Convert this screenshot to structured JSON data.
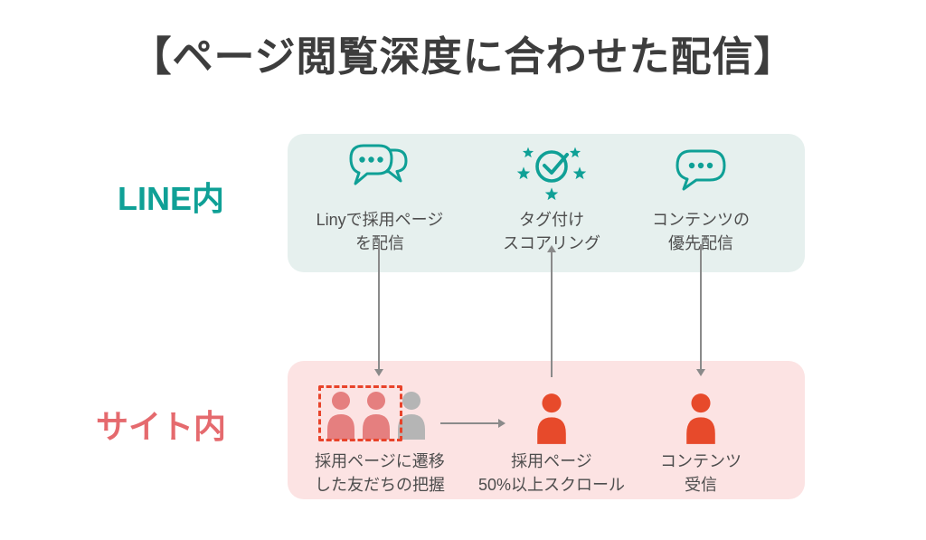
{
  "title": "【ページ閲覧深度に合わせた配信】",
  "colors": {
    "teal_accent": "#0fa096",
    "teal_band_bg": "#e6f0ee",
    "salmon_label": "#e56a6e",
    "pink_band_bg": "#fce3e3",
    "red_icon": "#e74a2b",
    "salmon_icon": "#e57f7f",
    "gray_icon": "#b5b5b5",
    "dashed_border": "#e8432a",
    "arrow_gray": "#8a8a8a",
    "title_text": "#3d3d3d",
    "caption_text": "#4d4d4d"
  },
  "lanes": {
    "line": {
      "label": "LINE内",
      "items": [
        {
          "icon": "chat-bubbles-icon",
          "caption": "Linyで採用ページ\nを配信"
        },
        {
          "icon": "check-stars-icon",
          "caption": "タグ付け\nスコアリング"
        },
        {
          "icon": "speech-bubble-icon",
          "caption": "コンテンツの\n優先配信"
        }
      ]
    },
    "site": {
      "label": "サイト内",
      "items": [
        {
          "icon": "friends-group-icon",
          "caption": "採用ページに遷移\nした友だちの把握"
        },
        {
          "icon": "person-icon",
          "caption": "採用ページ\n50%以上スクロール"
        },
        {
          "icon": "person-icon",
          "caption": "コンテンツ\n受信"
        }
      ]
    }
  },
  "arrows": [
    {
      "from": "line-step-1",
      "to": "site-step-1",
      "direction": "down"
    },
    {
      "from": "site-step-2",
      "to": "line-step-2",
      "direction": "up"
    },
    {
      "from": "line-step-3",
      "to": "site-step-3",
      "direction": "down"
    },
    {
      "from": "site-step-1",
      "to": "site-step-2",
      "direction": "right"
    }
  ]
}
